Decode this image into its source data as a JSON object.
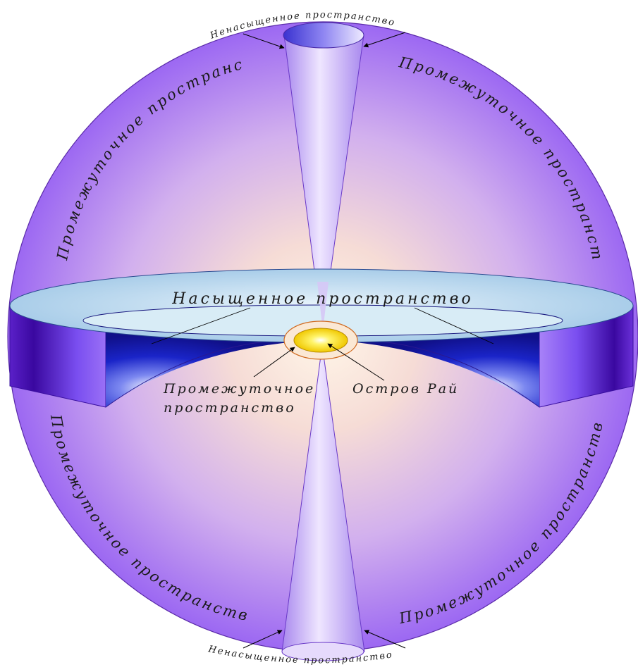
{
  "diagram": {
    "labels": {
      "top_left_arc": "Промежуточное пространство",
      "top_right_arc": "Промежуточное пространство",
      "bottom_left_arc": "Промежуточное пространство",
      "bottom_right_arc": "Промежуточное пространство",
      "top_pole": "Ненасыщенное пространство",
      "bottom_pole": "Ненасыщенное пространство",
      "disc": "Насыщенное пространство",
      "center_ring_line1": "Промежуточное",
      "center_ring_line2": "пространство",
      "island": "Остров Рай"
    },
    "colors": {
      "sphere_edge": "#a070f0",
      "sphere_core": "#fff4e6",
      "disc_top": "#cfe6f4",
      "disc_rim": "#4a14c8",
      "cone": "#c9b4f6",
      "island": "#ffe600",
      "island_ring": "#e3a05a"
    }
  }
}
